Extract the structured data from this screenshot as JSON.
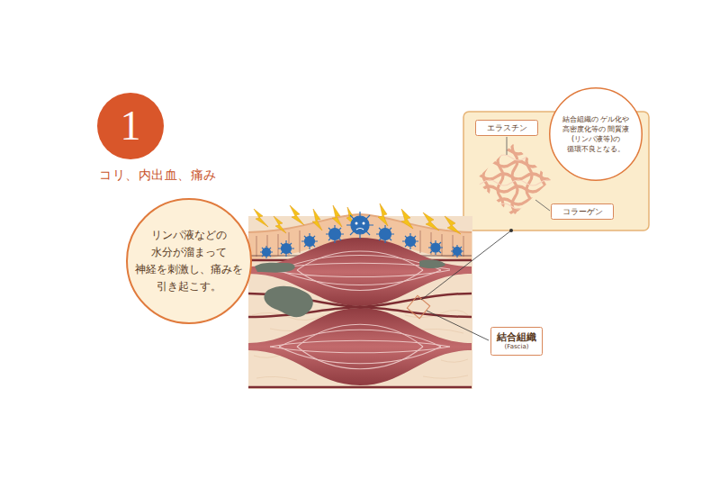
{
  "diagram": {
    "title": "コリ、内出血、痛み",
    "nodes": [
      {
        "text": [
          "1"
        ]
      },
      {
        "text": [
          "リンパ液などの 水分が溜まって 神経を刺激し、痛みを 引き起こす。"
        ]
      },
      {
        "text": [
          "結合組織の ゲル化や 高密度化等の 間質液(リンパ液等)の 循環不良となる。"
        ]
      },
      {
        "text": [
          "エラスチン"
        ]
      },
      {
        "text": [
          "コラーゲン"
        ]
      },
      {
        "text": [
          "結合組織",
          "(Fascia)"
        ]
      }
    ]
  }
}
